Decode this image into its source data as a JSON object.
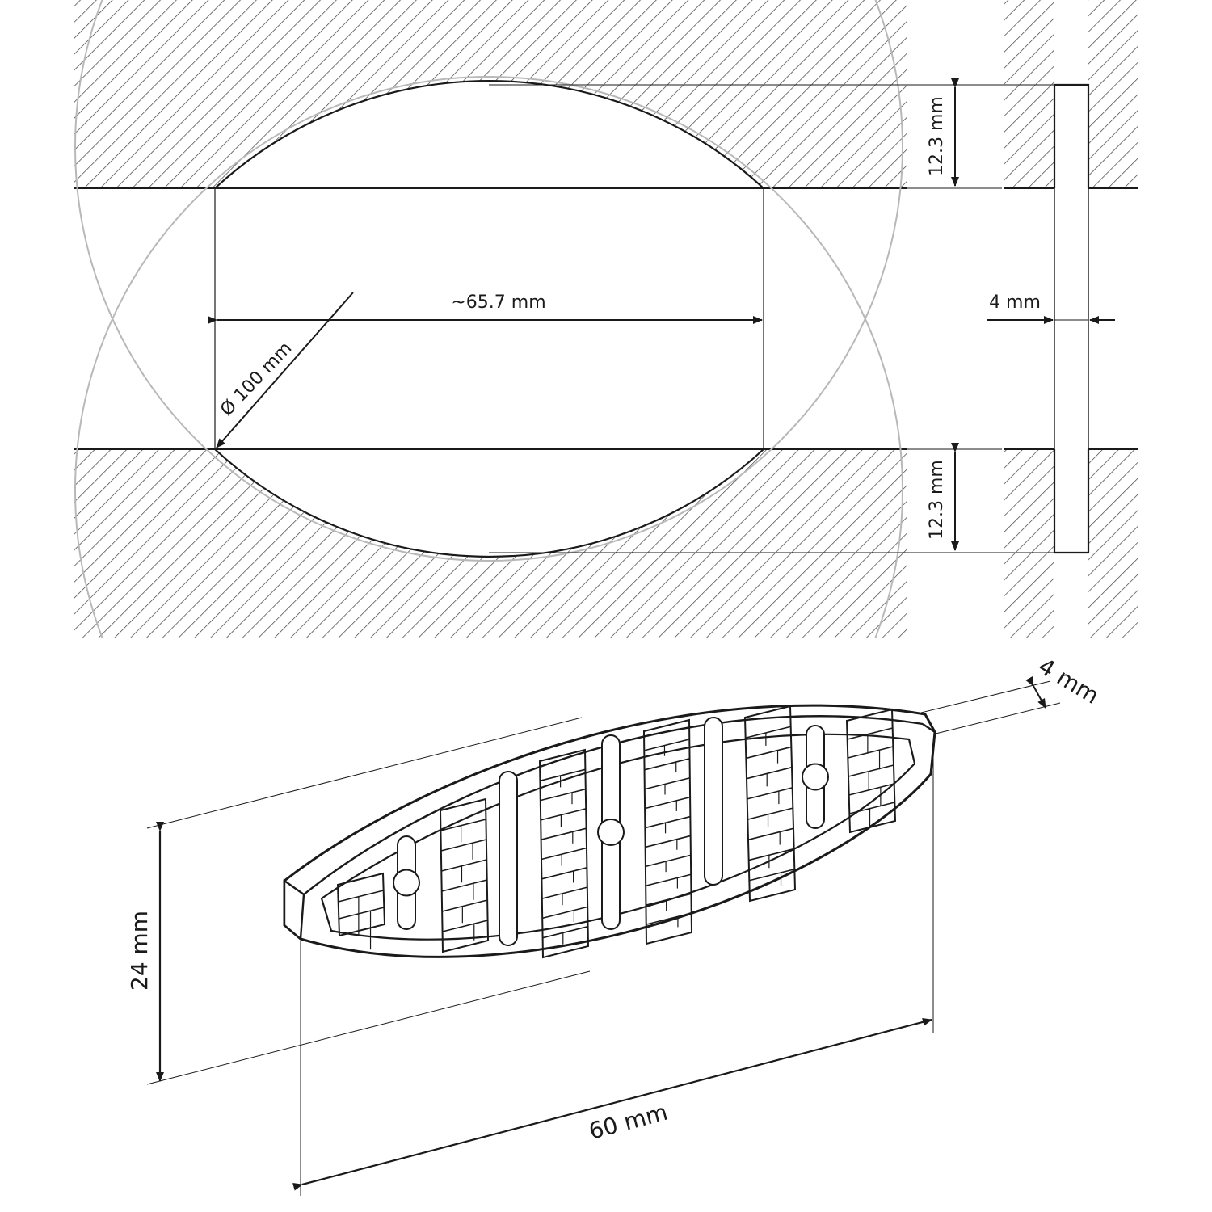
{
  "colors": {
    "ink": "#1a1a1a",
    "hatch": "#3a3a3a",
    "construction": "#b8b8b8",
    "background": "#ffffff"
  },
  "section_view": {
    "top_slot_depth_label": "12.3 mm",
    "bottom_slot_depth_label": "12.3 mm",
    "chord_length_label": "~65.7 mm",
    "blade_diameter_label": "Ø 100 mm",
    "side_thickness_label": "4 mm"
  },
  "isometric_view": {
    "width_label": "24 mm",
    "length_label": "60 mm",
    "thickness_label": "4 mm"
  }
}
